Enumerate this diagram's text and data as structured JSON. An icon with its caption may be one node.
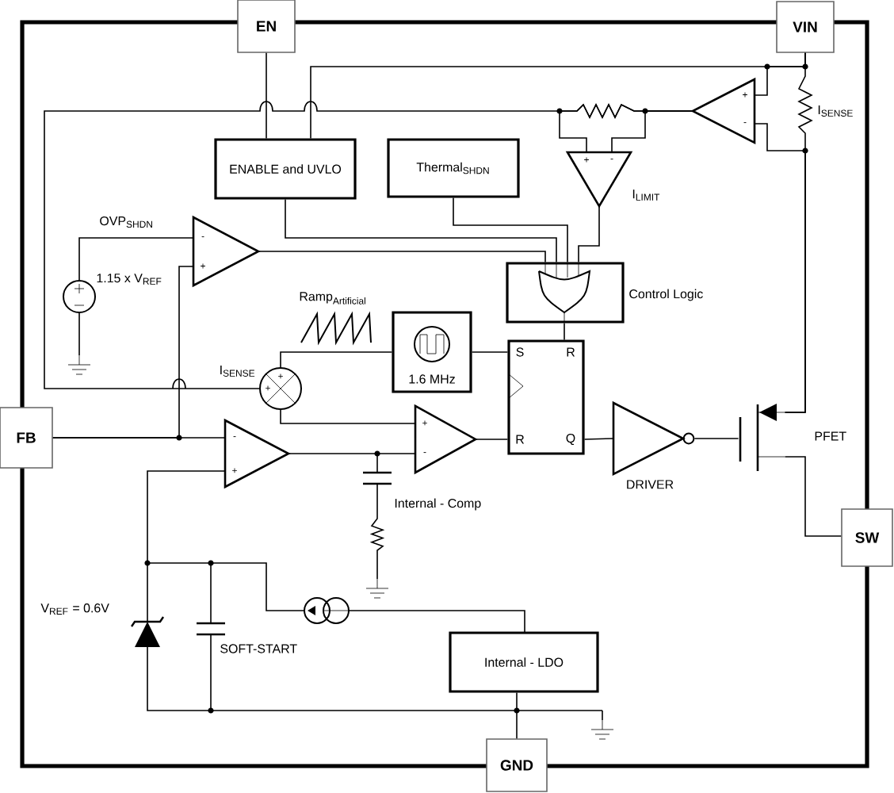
{
  "diagram": {
    "nodes": [
      {
        "text": [
          "EN"
        ]
      },
      {
        "text": [
          "VIN"
        ]
      },
      {
        "text": [
          "+",
          "-"
        ]
      },
      {
        "text": [
          "ENABLE and UVLO"
        ]
      },
      {
        "text": [
          "Thermal$_{SHDN}$"
        ]
      },
      {
        "text": [
          "+",
          "-"
        ],
        "beside": [
          "I$_{LIMIT}$"
        ]
      },
      {
        "text": [
          "-",
          "+"
        ],
        "beside": [
          "OVP$_{SHDN}$"
        ]
      },
      {
        "text": [
          "Control Logic"
        ]
      },
      {
        "text": [
          "1.6 MHz"
        ]
      },
      {
        "text": [
          "+",
          "+"
        ],
        "beside": [
          "I$_{SENSE}$"
        ]
      },
      {
        "text": [
          "S",
          "R",
          "R",
          "Q"
        ]
      },
      {
        "text": [
          "FB"
        ]
      },
      {
        "text": [
          "-",
          "+"
        ]
      },
      {
        "text": [
          "+",
          "-"
        ]
      },
      {
        "text": [],
        "shape": "triangle",
        "beside": [
          "DRIVER"
        ]
      },
      {
        "text": [],
        "shape": "transistor",
        "beside": [
          "PFET"
        ]
      },
      {
        "text": [
          "SW"
        ]
      },
      {
        "text": [
          "Internal - LDO"
        ]
      },
      {
        "text": [
          "GND"
        ]
      }
    ],
    "edges": [
      {
        "from": 0,
        "to": 3,
        "arrow": "none"
      },
      {
        "from": 1,
        "to": 3,
        "arrow": "none"
      },
      {
        "from": 1,
        "to": 2,
        "arrow": "none"
      },
      {
        "from": 1,
        "to": 15,
        "arrow": "none"
      },
      {
        "from": 15,
        "to": 2,
        "arrow": "none"
      },
      {
        "from": 2,
        "to": 9,
        "arrow": "none"
      },
      {
        "from": 2,
        "to": 5,
        "arrow": "none"
      },
      {
        "from": 2,
        "to": 5,
        "arrow": "none"
      },
      {
        "from": 3,
        "to": 7,
        "arrow": "none"
      },
      {
        "from": 4,
        "to": 7,
        "arrow": "none"
      },
      {
        "from": 5,
        "to": 7,
        "arrow": "none"
      },
      {
        "from": 6,
        "to": 7,
        "arrow": "none"
      },
      {
        "from": 7,
        "to": 10,
        "arrow": "none"
      },
      {
        "from": 8,
        "to": 10,
        "arrow": "none"
      },
      {
        "from": 8,
        "to": 9,
        "arrow": "none"
      },
      {
        "from": 9,
        "to": 13,
        "arrow": "none"
      },
      {
        "from": 11,
        "to": 12,
        "arrow": "none"
      },
      {
        "from": 11,
        "to": 6,
        "arrow": "none"
      },
      {
        "from": 12,
        "to": 13,
        "arrow": "none"
      },
      {
        "from": 13,
        "to": 10,
        "arrow": "none"
      },
      {
        "from": 10,
        "to": 14,
        "arrow": "none"
      },
      {
        "from": 14,
        "to": 15,
        "arrow": "none"
      },
      {
        "from": 15,
        "to": 16,
        "arrow": "none"
      },
      {
        "from": 17,
        "to": 18,
        "arrow": "none"
      }
    ],
    "labels": [
      "I$_{SENSE}$",
      "1.15 x V$_{REF}$",
      "\\mathrm{Ramp}_{\\mathrm{Artificial}}",
      "Internal - Comp",
      "V$_{REF}$ = 0.6V",
      "SOFT-START"
    ]
  }
}
